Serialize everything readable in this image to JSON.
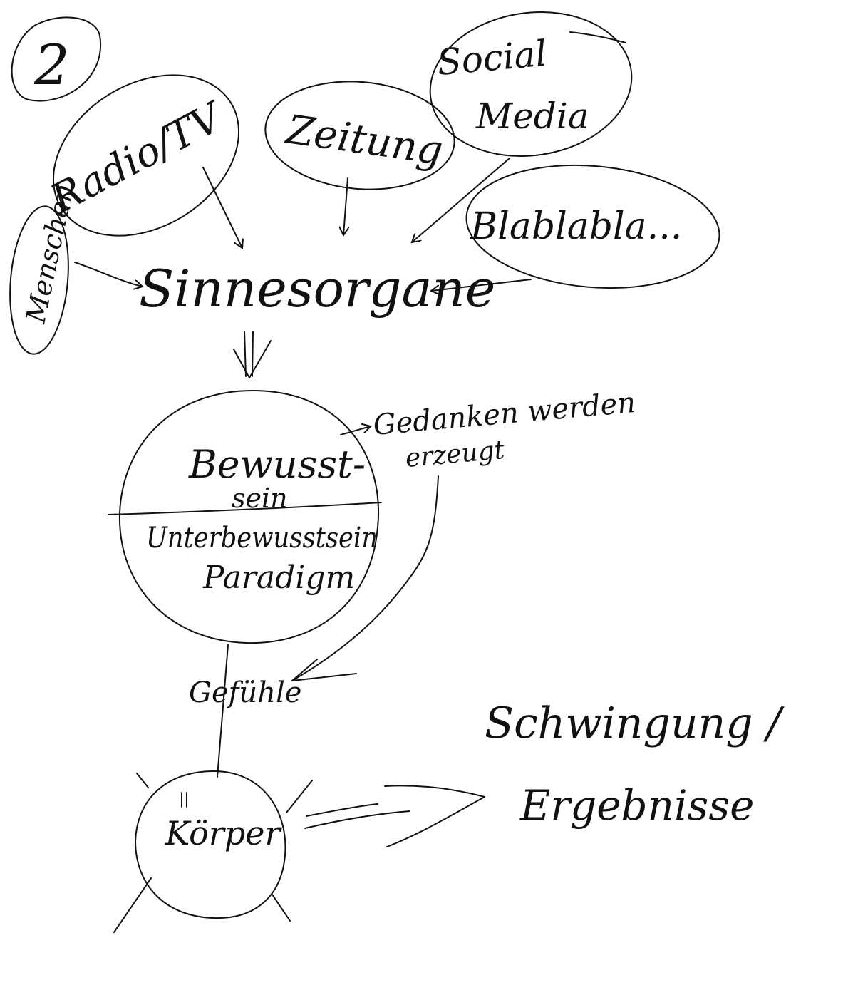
{
  "diagram": {
    "number": "2",
    "sources": {
      "radio_tv": "Radio/TV",
      "zeitung": "Zeitung",
      "social_media_line1": "Social",
      "social_media_line2": "Media",
      "blablabla": "Blablabla...",
      "menschen": "Menschen"
    },
    "sinnesorgane": "Sinnesorgane",
    "mind": {
      "bewusstsein_line1": "Bewusst-",
      "bewusstsein_line2": "sein",
      "unterbewusstsein": "Unterbewusstsein",
      "paradigm": "Paradigm"
    },
    "gedanken_line1": "Gedanken werden",
    "gedanken_line2": "erzeugt",
    "gefuehle": "Gefühle",
    "koerper": "Körper",
    "result_line1": "Schwingung /",
    "result_line2": "Ergebnisse"
  }
}
